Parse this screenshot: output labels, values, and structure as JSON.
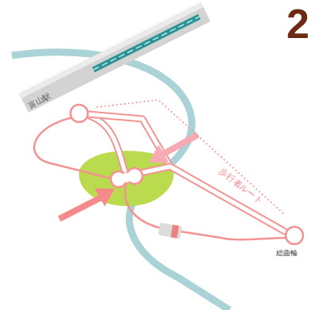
{
  "diagram": {
    "nodes": [
      {
        "text": [
          "富山駅"
        ]
      },
      {
        "text": [
          "総曲輪"
        ]
      }
    ],
    "edges": [
      {
        "from": 0,
        "to": 1,
        "arrow": "none",
        "label": "歩行者ルート"
      }
    ],
    "labels": [
      "2"
    ]
  }
}
